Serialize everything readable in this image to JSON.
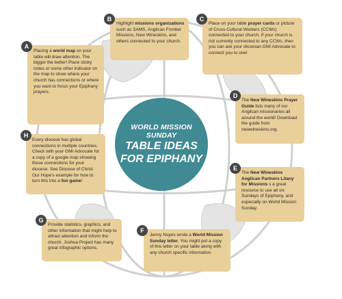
{
  "center": {
    "line1": "WORLD MISSION SUNDAY",
    "line2": "TABLE IDEAS",
    "line3": "FOR EPIPHANY"
  },
  "cards": [
    {
      "letter": "A",
      "parts": [
        {
          "t": "Placing a "
        },
        {
          "t": "world map",
          "b": true
        },
        {
          "t": " on your table will draw attention. The bigger the better! Place sticky notes or some other indicator on the map to show where your church has connections or where you want to focus your Epiphany prayers."
        }
      ]
    },
    {
      "letter": "B",
      "parts": [
        {
          "t": "Highlight "
        },
        {
          "t": "missions organizations",
          "b": true
        },
        {
          "t": " such as SAMS, Anglican Frontier Missions, New Wineskins, and others connected to your church."
        }
      ]
    },
    {
      "letter": "C",
      "parts": [
        {
          "t": "Place on your table "
        },
        {
          "t": "prayer cards",
          "b": true
        },
        {
          "t": " or picture of Cross-Cultural Workers (CCWs) connected to your church. If your church is not currently connected to any CCWs, then you can ask your diocesan GMI Advocate to connect you to one!"
        }
      ]
    },
    {
      "letter": "D",
      "parts": [
        {
          "t": "The "
        },
        {
          "t": "New Wineskins Prayer Guide",
          "b": true
        },
        {
          "t": " lists many of our Anglican missionaries all around the world! Download the guide from newwineskins.org."
        }
      ]
    },
    {
      "letter": "E",
      "parts": [
        {
          "t": "The "
        },
        {
          "t": "New Wineskins Anglican Partners Litany for Missions",
          "b": true
        },
        {
          "t": " s a great resource to use all six Sundays of Epiphany, and especially on World Mission Sunday."
        }
      ]
    },
    {
      "letter": "F",
      "parts": [
        {
          "t": "Jenny Noyes wrote a "
        },
        {
          "t": "World Mission Sunday letter",
          "b": true
        },
        {
          "t": ". You might put a copy of this letter on your table along with any church specific information."
        }
      ]
    },
    {
      "letter": "G",
      "parts": [
        {
          "t": "Provide statistics, graphics, and other information that might help to attract attention and inform the church. Joshua Project has many great infographic options."
        }
      ]
    },
    {
      "letter": "H",
      "parts": [
        {
          "t": "Every diocese has global connections in multiple countries. Check with your GMI Advocate for a copy of a google map showing these connections for your diocese. See Diocese of Christ Our Hope's example for how to turn this into a "
        },
        {
          "t": "fun game",
          "b": true
        },
        {
          "t": "!"
        }
      ]
    }
  ]
}
